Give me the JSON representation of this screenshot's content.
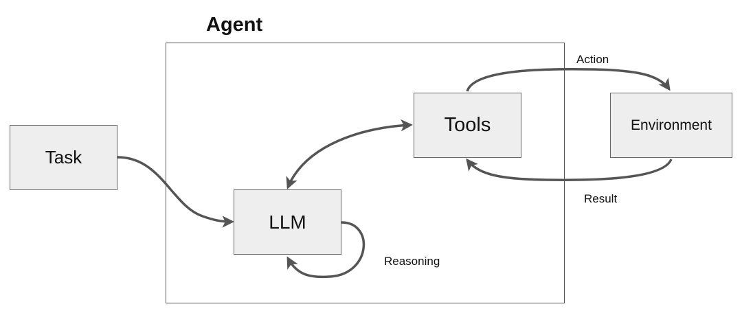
{
  "diagram": {
    "container_title": "Agent",
    "nodes": {
      "task": "Task",
      "llm": "LLM",
      "tools": "Tools",
      "environment": "Environment"
    },
    "edge_labels": {
      "action": "Action",
      "result": "Result",
      "reasoning": "Reasoning"
    },
    "colors": {
      "node_fill": "#eeeeee",
      "node_border": "#666666",
      "arrow": "#555555",
      "frame": "#555555"
    }
  }
}
